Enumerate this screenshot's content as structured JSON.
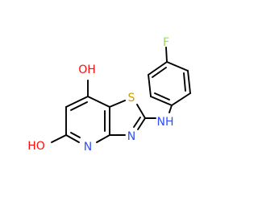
{
  "atoms": {
    "fluorine": {
      "text": "F",
      "color": "#90e050"
    },
    "sulfur": {
      "text": "S",
      "color": "#c8a000"
    },
    "amine_nh": {
      "text": "NH",
      "color": "#3050f8"
    },
    "thiazole_n": {
      "text": "N",
      "color": "#3050f8"
    },
    "pyridine_n": {
      "text": "N",
      "color": "#3050f8"
    },
    "hydroxyl_top": {
      "text": "OH",
      "color": "#ff0d0d"
    },
    "hydroxyl_left": {
      "text": "HO",
      "color": "#ff0d0d"
    }
  },
  "bond_color": "#000000"
}
